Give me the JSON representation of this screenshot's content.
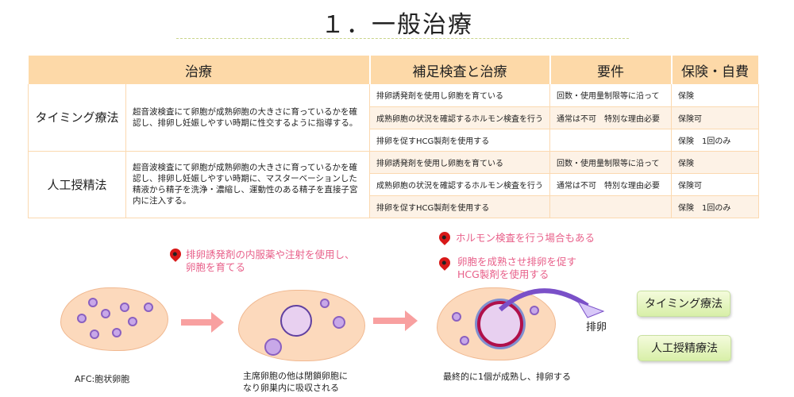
{
  "title": "１．一般治療",
  "table": {
    "headers": [
      "治療",
      "補足検査と治療",
      "要件",
      "保険・自費"
    ],
    "groups": [
      {
        "name": "タイミング療法",
        "desc": "超音波検査にて卵胞が成熟卵胞の大きさに育っているかを確認し、排卵し妊娠しやすい時期に性交するように指導する。",
        "rows": [
          [
            "排卵誘発剤を使用し卵胞を育ている",
            "回数・使用量制限等に沿って",
            "保険"
          ],
          [
            "成熟卵胞の状況を確認するホルモン検査を行う",
            "通常は不可　特別な理由必要",
            "保険可"
          ],
          [
            "排卵を促すHCG製剤を使用する",
            "",
            "保険　1回のみ"
          ]
        ]
      },
      {
        "name": "人工授精法",
        "desc": "超音波検査にて卵胞が成熟卵胞の大きさに育っているかを確認し、排卵し妊娠しやすい時期に、マスターベーションした精液から精子を洗浄・濃縮し、運動性のある精子を直接子宮内に注入する。",
        "rows": [
          [
            "排卵誘発剤を使用し卵胞を育ている",
            "回数・使用量制限等に沿って",
            "保険"
          ],
          [
            "成熟卵胞の状況を確認するホルモン検査を行う",
            "通常は不可　特別な理由必要",
            "保険可"
          ],
          [
            "排卵を促すHCG製剤を使用する",
            "",
            "保険　1回のみ"
          ]
        ]
      }
    ]
  },
  "diagram": {
    "note1": "排卵誘発剤の内服薬や注射を使用し、\n卵胞を育てる",
    "note2": "ホルモン検査を行う場合もある",
    "note3": "卵胞を成熟させ排卵を促す\nHCG製剤を使用する",
    "cap1": "AFC:胞状卵胞",
    "cap2": "主席卵胞の他は閉鎖卵胞に\nなり卵巣内に吸収される",
    "cap3": "最終的に1個が成熟し、排卵する",
    "ovulation": "排卵",
    "btn1": "タイミング療法",
    "btn2": "人工授精療法"
  }
}
